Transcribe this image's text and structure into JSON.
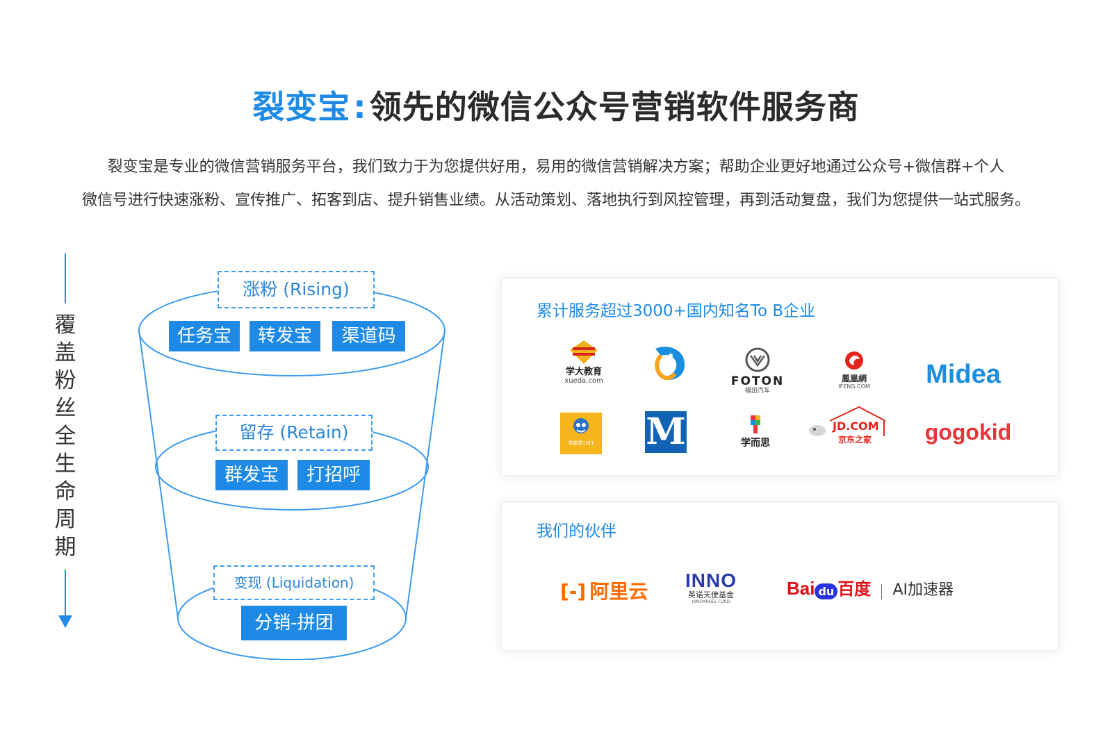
{
  "header": {
    "brand": "裂变宝",
    "separator": ":",
    "tagline": "领先的微信公众号营销软件服务商"
  },
  "intro": {
    "line1": "裂变宝是专业的微信营销服务平台，我们致力于为您提供好用，易用的微信营销解决方案；帮助企业更好地通过公众号+微信群+个人",
    "line2": "微信号进行快速涨粉、宣传推广、拓客到店、提升销售业绩。从活动策划、落地执行到风控管理，再到活动复盘，我们为您提供一站式服务。"
  },
  "lifecycle": {
    "axis_label": "覆盖粉丝全生命周期",
    "stages": [
      {
        "label": "涨粉 (Rising)",
        "tools": [
          "任务宝",
          "转发宝",
          "渠道码"
        ]
      },
      {
        "label": "留存 (Retain)",
        "tools": [
          "群发宝",
          "打招呼"
        ]
      },
      {
        "label": "变现 (Liquidation)",
        "tools": [
          "分销-拼团"
        ]
      }
    ]
  },
  "clients": {
    "heading": "累计服务超过3000+国内知名To B企业",
    "logos": {
      "xueda": {
        "name": "学大教育",
        "sub": "xueda.com"
      },
      "ctrip": {
        "name": "ctrip-dolphin"
      },
      "foton": {
        "name": "FOTON",
        "sub": "福田汽车"
      },
      "ifeng": {
        "name": "鳳凰網",
        "sub": "IFENG.COM"
      },
      "midea": {
        "name": "Midea"
      },
      "xueba": {
        "name": "学霸君1对1"
      },
      "m": {
        "name": "M"
      },
      "xueersi": {
        "name": "学而思"
      },
      "jd": {
        "name": "JD.COM",
        "sub": "京东之家"
      },
      "gogokid": {
        "name": "gogokid"
      }
    }
  },
  "partners": {
    "heading": "我们的伙伴",
    "logos": {
      "aliyun": {
        "name": "阿里云",
        "mark": "[-]"
      },
      "innoangel": {
        "name": "INNO",
        "sub": "英诺天使基金",
        "tiny": "INNOANGEL FUND"
      },
      "baidu": {
        "name": "Bai",
        "du": "du",
        "cn": "百度",
        "sub": "AI加速器"
      }
    }
  },
  "colors": {
    "accent": "#1e8ae6",
    "text": "#333333",
    "aliyun": "#ff6a00",
    "baidu_red": "#de0f17",
    "baidu_blue": "#2932e1",
    "gogokid_red": "#e8343a"
  }
}
